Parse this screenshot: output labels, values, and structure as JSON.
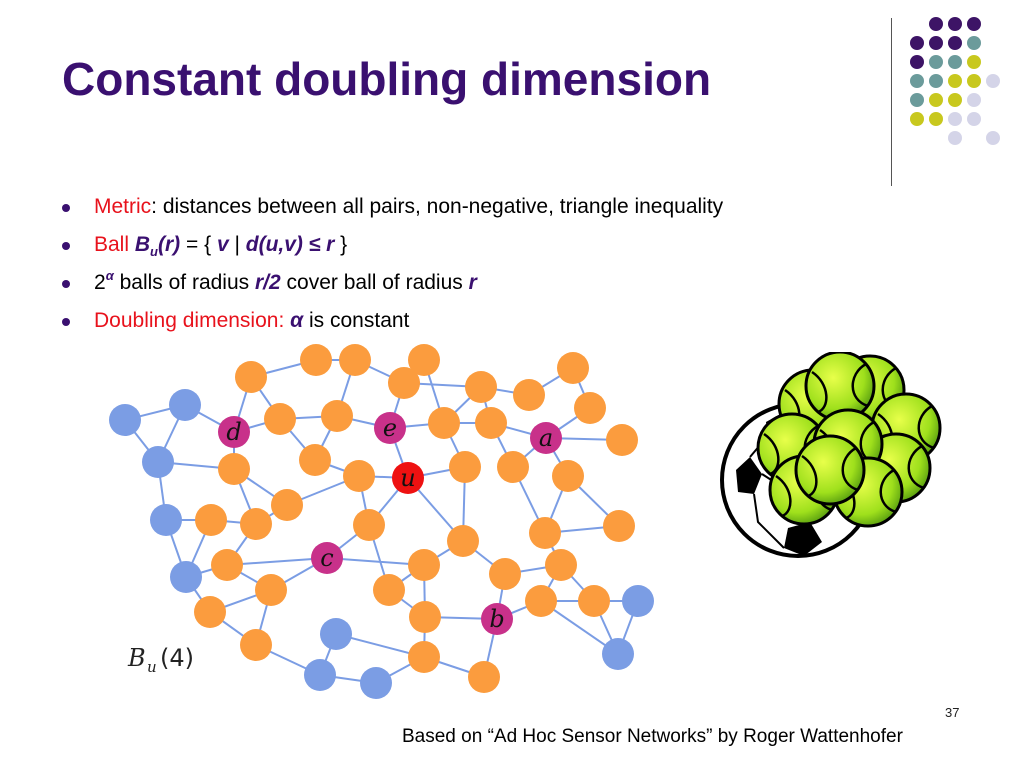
{
  "slide": {
    "title": "Constant doubling dimension",
    "page_number": "37",
    "credit": "Based on “Ad Hoc Sensor Networks” by Roger Wattenhofer"
  },
  "bullets": {
    "b1": {
      "lead": "Metric",
      "rest": ": distances between all pairs, non-negative, triangle inequality"
    },
    "b2": {
      "lead": "Ball",
      "B": "B",
      "sub": "u",
      "arg": "(r)",
      "eq": " = { ",
      "v": "v",
      "bar": " | ",
      "cond": "d(u,v) ≤ r",
      "close": " }"
    },
    "b3": {
      "base": "2",
      "exp": "α",
      "mid": " balls of radius ",
      "r2": "r/2",
      "tail": " cover ball of radius ",
      "r": "r"
    },
    "b4": {
      "lead": "Doubling dimension:",
      "alpha": "α",
      "rest": " is constant"
    }
  },
  "graph": {
    "labels": {
      "d": "d",
      "e": "e",
      "a": "a",
      "u": "u",
      "c": "c",
      "b": "b"
    },
    "ball_label_B": "B",
    "ball_label_sub": "u",
    "ball_label_arg": "(4)"
  },
  "colors": {
    "title": "#3a1070",
    "accent_red": "#e8121c",
    "orange_node": "#fb9c3e",
    "blue_node": "#7b9de4",
    "magenta_node": "#c8318a",
    "red_node": "#ee1111",
    "edge": "#7b9de4",
    "dot_purple": "#3d1466",
    "dot_teal": "#6b9b9b",
    "dot_olive": "#c8c81e",
    "dot_lavender": "#d4d4e8"
  },
  "icons": {
    "soccer_ball": "soccer-ball-icon",
    "tennis_balls": "tennis-ball-icon"
  }
}
